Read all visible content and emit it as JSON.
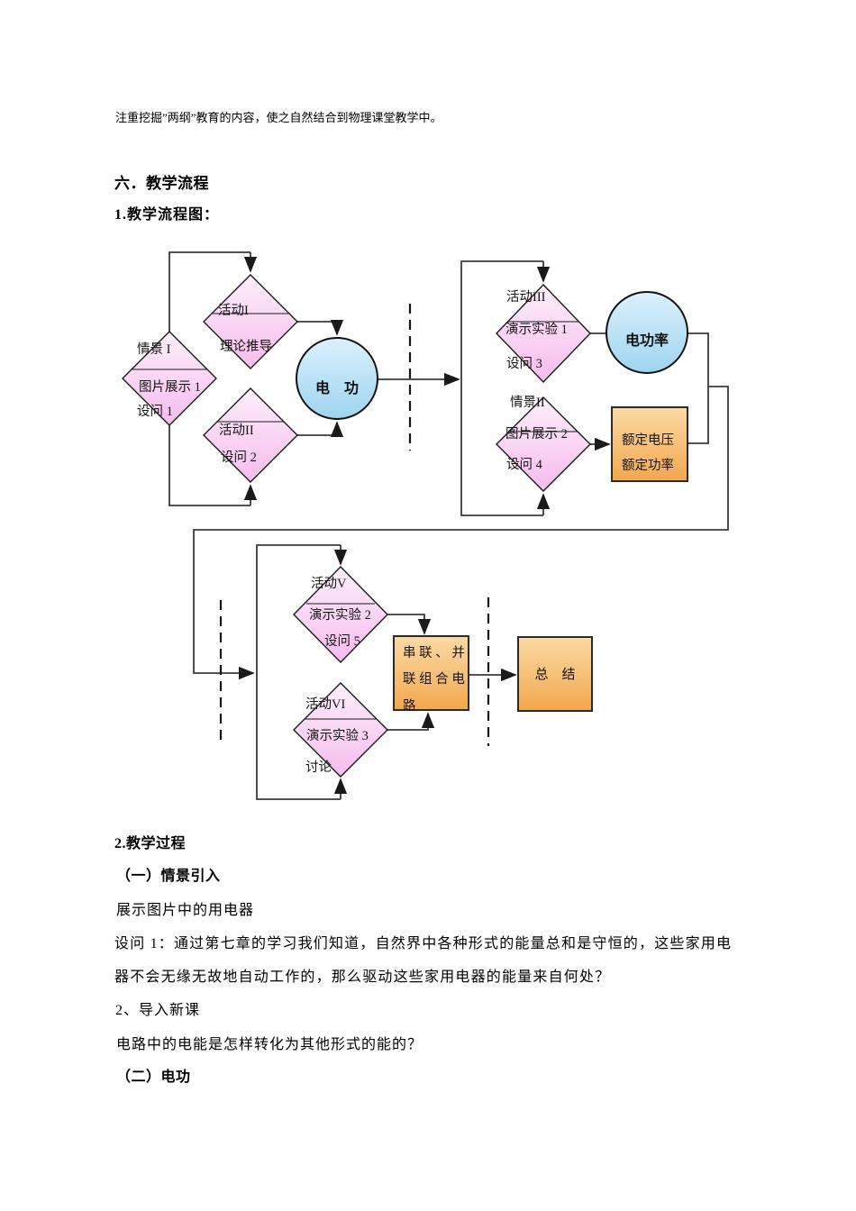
{
  "intro": "注重挖掘”两纲”教育的内容，使之自然结合到物理课堂教学中。",
  "section_six": {
    "heading": "六．教学流程",
    "subheading": "1.教学流程图："
  },
  "fc": {
    "scene1": {
      "l1": "情景 I",
      "l2": "图片展示 1",
      "l3": "设问 1"
    },
    "activity1": {
      "l1": "活动I",
      "l2": "理论推导"
    },
    "activity2": {
      "l1": "活动II",
      "l2": "设问 2"
    },
    "work_circle": "电　功",
    "activity3": {
      "l1": "活动III",
      "l2": "演示实验 1",
      "l3": "设问 3"
    },
    "power_circle": "电功率",
    "scene2": {
      "l1": "情景II",
      "l2": "图片展示 2",
      "l3": "设问 4"
    },
    "rated_box": {
      "l1": "额定电压",
      "l2": "额定功率"
    },
    "activity5": {
      "l1": "活动V",
      "l2": "演示实验 2",
      "l3": "设问 5"
    },
    "activity6": {
      "l1": "活动VI",
      "l2": "演示实验 3",
      "l3": "讨论"
    },
    "series_box": {
      "l1": "串 联 、 并",
      "l2": "联 组 合 电",
      "l3": "路"
    },
    "summary_box": "总　结"
  },
  "section_two": {
    "heading": "2.教学过程",
    "sub_a": "（一）情景引入",
    "p1": "展示图片中的用电器",
    "p2": "设问 1：通过第七章的学习我们知道，自然界中各种形式的能量总和是守恒的，这些家用电",
    "p3": "器不会无缘无故地自动工作的，那么驱动这些家用电器的能量来自何处？",
    "p4": "2、导入新课",
    "p5": "电路中的电能是怎样转化为其他形式的能的？",
    "sub_b": "（二）电功"
  },
  "colors": {
    "diamond_top": "#fdeffb",
    "diamond_bottom": "#f6bcee",
    "circle_top": "#dcf1fc",
    "circle_bottom": "#9ed4f0",
    "box_top": "#fcdaa5",
    "box_bottom": "#f2a74e",
    "line": "#3a3a3a"
  }
}
